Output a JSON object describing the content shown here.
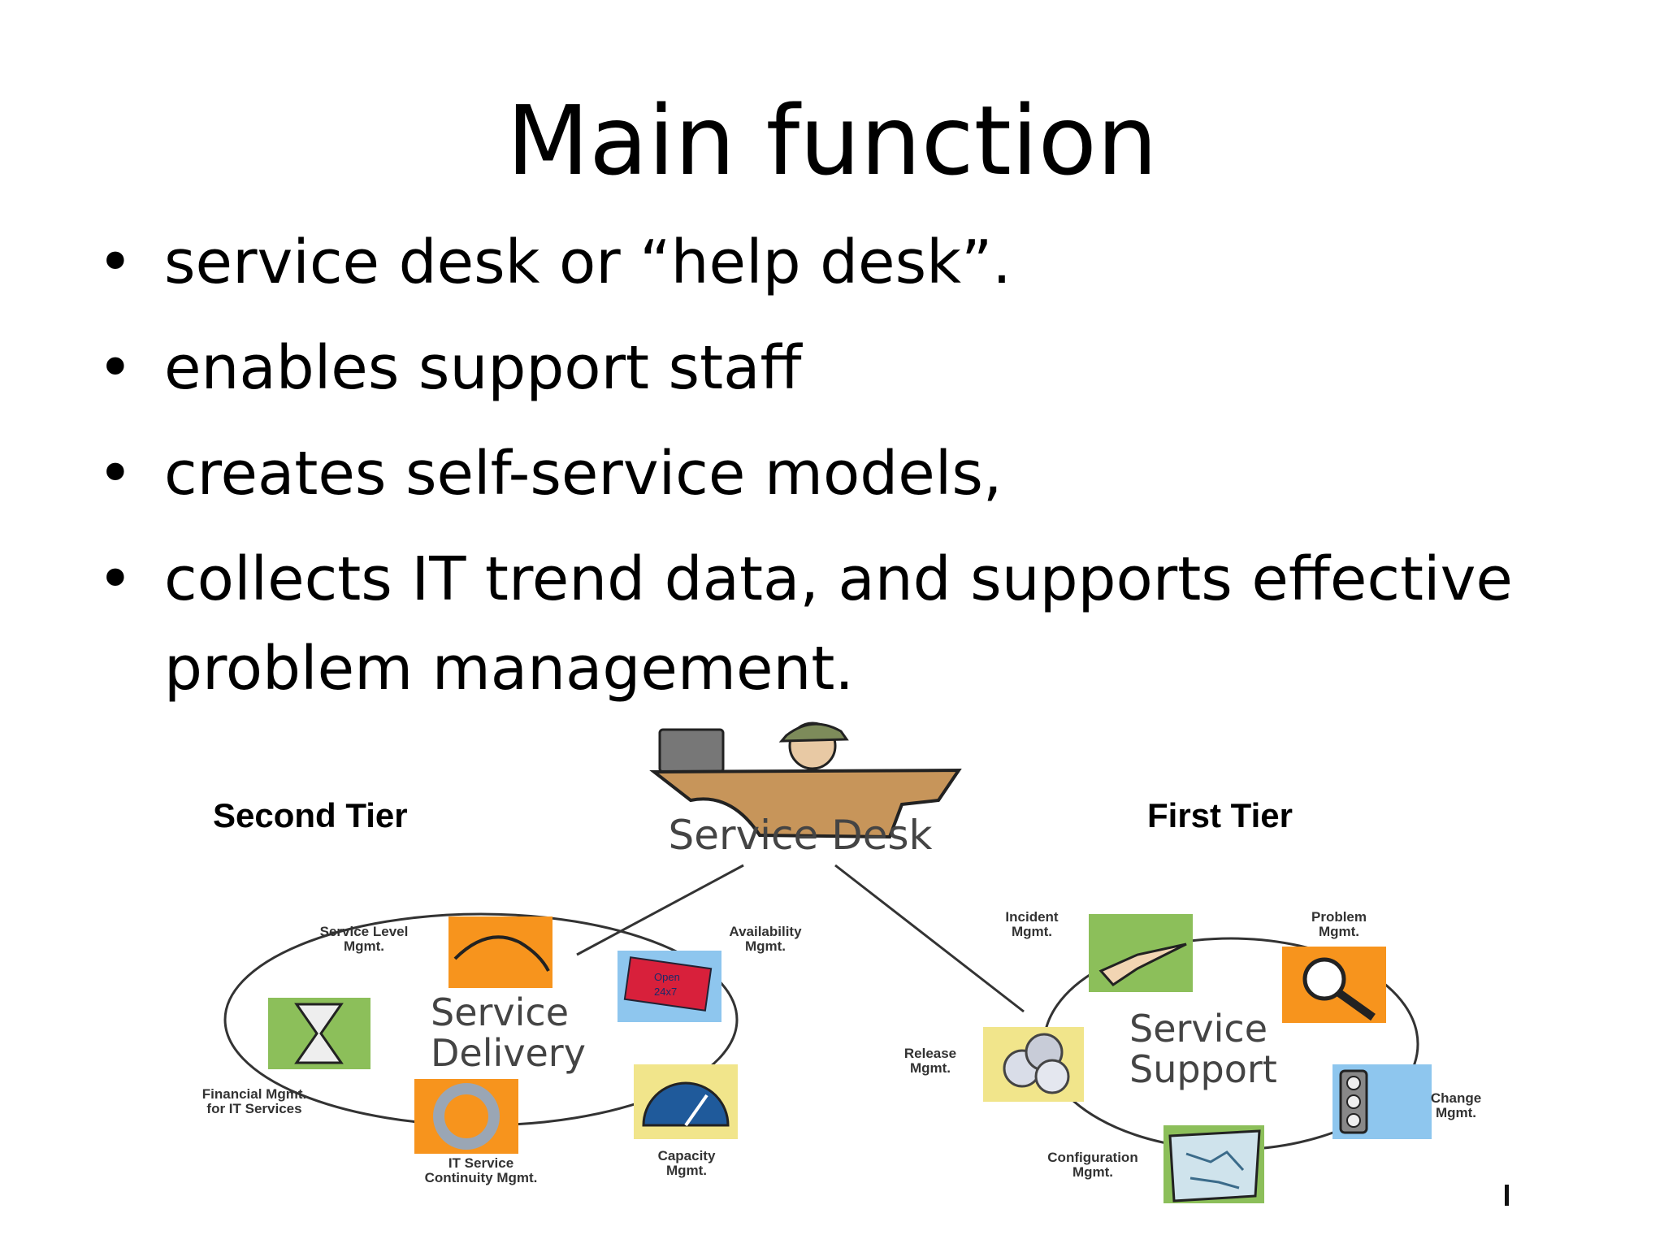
{
  "slide": {
    "title": "Main function",
    "bullets": [
      {
        "marker": "•",
        "text": "service desk or  “help desk”."
      },
      {
        "marker": "•",
        "text": "enables support staff"
      },
      {
        "marker": "•",
        "text": "creates self-service models,"
      },
      {
        "marker": "•",
        "text": "collects IT trend data, and supports effective problem management."
      }
    ]
  },
  "diagram": {
    "hub": "Service Desk",
    "tiers": {
      "left": "Second Tier",
      "right": "First Tier"
    },
    "left_cycle": {
      "center_line1": "Service",
      "center_line2": "Delivery",
      "nodes": {
        "service_level_1": "Service Level",
        "service_level_2": "Mgmt.",
        "availability_1": "Availability",
        "availability_2": "Mgmt.",
        "financial_1": "Financial Mgmt.",
        "financial_2": "for IT Services",
        "continuity_1": "IT Service",
        "continuity_2": "Continuity Mgmt.",
        "capacity_1": "Capacity",
        "capacity_2": "Mgmt."
      },
      "card_text_1": "Open",
      "card_text_2": "24x7"
    },
    "right_cycle": {
      "center_line1": "Service",
      "center_line2": "Support",
      "nodes": {
        "incident_1": "Incident",
        "incident_2": "Mgmt.",
        "problem_1": "Problem",
        "problem_2": "Mgmt.",
        "release_1": "Release",
        "release_2": "Mgmt.",
        "change_1": "Change",
        "change_2": "Mgmt.",
        "configuration_1": "Configuration",
        "configuration_2": "Mgmt."
      }
    },
    "colors": {
      "orange": "#f7941d",
      "green": "#8cbf5a",
      "blue": "#8ec6ee",
      "yellow": "#f1e58b",
      "line": "#333333"
    }
  }
}
